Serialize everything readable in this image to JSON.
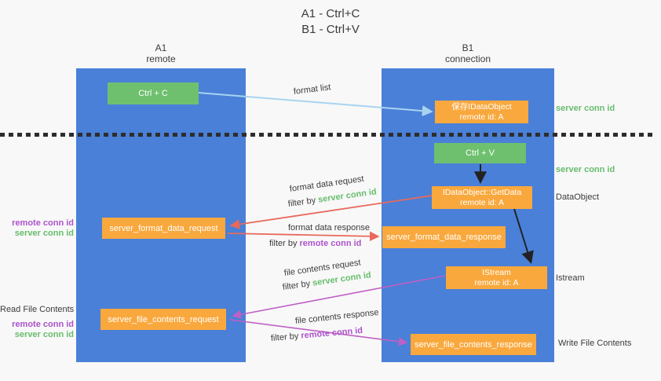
{
  "title": {
    "line1": "A1 - Ctrl+C",
    "line2": "B1 - Ctrl+V"
  },
  "lanes": {
    "left": {
      "name": "A1",
      "subtitle": "remote"
    },
    "right": {
      "name": "B1",
      "subtitle": "connection"
    }
  },
  "boxes": {
    "ctrl_c": {
      "label": "Ctrl + C"
    },
    "save_idataobject": {
      "line1": "保存IDataObject",
      "line2": "remote id: A"
    },
    "ctrl_v": {
      "label": "Ctrl + V"
    },
    "getdata": {
      "line1": "IDataObject::GetData",
      "line2": "remote id: A"
    },
    "format_request": {
      "label": "server_format_data_request"
    },
    "format_response": {
      "label": "server_format_data_response"
    },
    "istream": {
      "line1": "IStream",
      "line2": "remote id: A"
    },
    "file_request": {
      "label": "server_file_contents_request"
    },
    "file_response": {
      "label": "server_file_contents_response"
    }
  },
  "flow_labels": {
    "format_list": "format list",
    "format_data_request": "format data request",
    "format_data_response": "format data response",
    "file_contents_request": "file contents request",
    "file_contents_response": "file contents response",
    "filter_by": "filter by",
    "server_conn_id": "server conn id",
    "remote_conn_id": "remote conn id"
  },
  "annotations": {
    "right_server_conn_top": "server conn id",
    "right_server_conn_mid": "server conn id",
    "dataobject": "DataObject",
    "istream": "Istream",
    "write_file_contents": "Write File Contents",
    "left_remote_conn_top": "remote conn id",
    "left_server_conn_top": "server conn id",
    "read_file_contents": "Read File Contents",
    "left_remote_conn_bottom": "remote conn id",
    "left_server_conn_bottom": "server conn id"
  },
  "colors": {
    "lane_blue": "#4a80d7",
    "box_green": "#6ec06f",
    "box_orange": "#f9a83d",
    "arrow_light_blue": "#a8d3f0",
    "arrow_black": "#222222",
    "arrow_red": "#e9695c",
    "arrow_magenta": "#c05fc5",
    "text_green": "#67bd6d",
    "text_purple": "#ad53cb",
    "divider_black": "#2d2d2d"
  }
}
